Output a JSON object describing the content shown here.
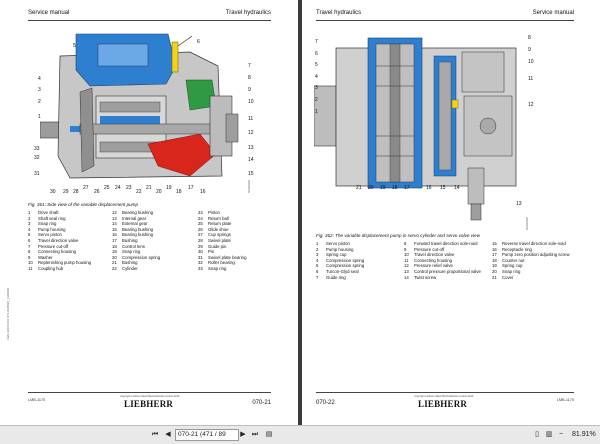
{
  "left_page": {
    "header_left": "Service manual",
    "header_right": "Travel hydraulics",
    "callouts_left": [
      "5",
      "4",
      "3",
      "2",
      "1",
      "33",
      "32",
      "31"
    ],
    "callouts_top": [
      "6"
    ],
    "callouts_right": [
      "7",
      "8",
      "9",
      "10",
      "11",
      "12",
      "13",
      "14",
      "15"
    ],
    "callouts_bottom": [
      "30",
      "29",
      "28",
      "27",
      "26",
      "25",
      "24",
      "23",
      "22",
      "21",
      "20",
      "19",
      "18",
      "17",
      "16"
    ],
    "drawing_code": "4DA9/0229",
    "caption": "Fig. 361: Side view of the variable displacement pump",
    "legend": [
      [
        {
          "n": "1",
          "t": "Drive shaft"
        },
        {
          "n": "2",
          "t": "Shaft seal ring"
        },
        {
          "n": "3",
          "t": "Snap ring"
        },
        {
          "n": "4",
          "t": "Pump housing"
        },
        {
          "n": "5",
          "t": "Servo piston"
        },
        {
          "n": "6",
          "t": "Travel direction valve"
        },
        {
          "n": "7",
          "t": "Pressure cut-off"
        },
        {
          "n": "8",
          "t": "Connecting housing"
        },
        {
          "n": "9",
          "t": "Washer"
        },
        {
          "n": "10",
          "t": "Replenishing pump housing"
        },
        {
          "n": "11",
          "t": "Coupling hub"
        }
      ],
      [
        {
          "n": "12",
          "t": "Bearing bushing"
        },
        {
          "n": "13",
          "t": "Internal gear"
        },
        {
          "n": "14",
          "t": "External gear"
        },
        {
          "n": "15",
          "t": "Bearing bushing"
        },
        {
          "n": "16",
          "t": "Bearing bushing"
        },
        {
          "n": "17",
          "t": "Bushing"
        },
        {
          "n": "18",
          "t": "Control lens"
        },
        {
          "n": "19",
          "t": "Snap ring"
        },
        {
          "n": "20",
          "t": "Compression spring"
        },
        {
          "n": "21",
          "t": "Bushing"
        },
        {
          "n": "22",
          "t": "Cylinder"
        }
      ],
      [
        {
          "n": "23",
          "t": "Piston"
        },
        {
          "n": "24",
          "t": "Return ball"
        },
        {
          "n": "25",
          "t": "Return plate"
        },
        {
          "n": "26",
          "t": "Glide shoe"
        },
        {
          "n": "27",
          "t": "Cup springs"
        },
        {
          "n": "28",
          "t": "Swivel plate"
        },
        {
          "n": "29",
          "t": "Guide pin"
        },
        {
          "n": "30",
          "t": "Pin"
        },
        {
          "n": "31",
          "t": "Swivel plate bearing"
        },
        {
          "n": "32",
          "t": "Roller bearing"
        },
        {
          "n": "33",
          "t": "Snap ring"
        }
      ]
    ],
    "footer_code": "LMB-1170",
    "footer_copyright": "copyright Liebherr-Werk Bischofshofen GmbH 2013",
    "footer_logo": "LIEBHERR",
    "footer_page": "070-21",
    "side_text": "LWH-1106/1401 071-01/0826_1102004"
  },
  "right_page": {
    "header_left": "Travel hydraulics",
    "header_right": "Service manual",
    "callouts_left": [
      "7",
      "6",
      "5",
      "4",
      "3",
      "2",
      "1"
    ],
    "callouts_right": [
      "8",
      "9",
      "10",
      "11",
      "12",
      "13"
    ],
    "callouts_bottom": [
      "21",
      "20",
      "19",
      "18",
      "17",
      "16",
      "15",
      "14"
    ],
    "drawing_code": "4DA9/0230",
    "caption": "Fig. 362: The variable displacement pump in servo cylinder and servo valve view",
    "legend": [
      [
        {
          "n": "1",
          "t": "Servo piston"
        },
        {
          "n": "2",
          "t": "Pump housing"
        },
        {
          "n": "3",
          "t": "Spring cup"
        },
        {
          "n": "4",
          "t": "Compression spring"
        },
        {
          "n": "5",
          "t": "Compression spring"
        },
        {
          "n": "6",
          "t": "Turcon-Glyd seal"
        },
        {
          "n": "7",
          "t": "Guide ring"
        }
      ],
      [
        {
          "n": "8",
          "t": "Forward travel direction sole-noid"
        },
        {
          "n": "9",
          "t": "Pressure cut-off"
        },
        {
          "n": "10",
          "t": "Travel direction valve"
        },
        {
          "n": "11",
          "t": "Connecting housing"
        },
        {
          "n": "12",
          "t": "Pressure relief valve"
        },
        {
          "n": "13",
          "t": "Control pressure proportional valve"
        },
        {
          "n": "14",
          "t": "Twist screw"
        }
      ],
      [
        {
          "n": "15",
          "t": "Reverse travel direction sole-noid"
        },
        {
          "n": "16",
          "t": "Receptacle ring"
        },
        {
          "n": "17",
          "t": "Pump zero position adjusting screw"
        },
        {
          "n": "18",
          "t": "Counter nut"
        },
        {
          "n": "19",
          "t": "Spring cup"
        },
        {
          "n": "20",
          "t": "Snap ring"
        },
        {
          "n": "21",
          "t": "Cover"
        }
      ]
    ],
    "footer_code": "LMB-1170",
    "footer_copyright": "copyright Liebherr-Werk Bischofshofen GmbH 2013",
    "footer_logo": "LIEBHERR",
    "footer_page": "070-22"
  },
  "toolbar": {
    "page_input": "070-21 (471 / 89",
    "zoom": "81.91%",
    "icons": [
      "first-page-icon",
      "prev-page-icon",
      "next-page-icon",
      "last-page-icon",
      "continuous-view-icon",
      "single-page-icon",
      "facing-pages-icon",
      "zoom-out-icon",
      "zoom-in-icon"
    ]
  },
  "colors": {
    "blue": "#2f7fd0",
    "red": "#d9261c",
    "green": "#2e9a43",
    "yellow": "#f2d21b",
    "metal": "#b9b9b9"
  }
}
